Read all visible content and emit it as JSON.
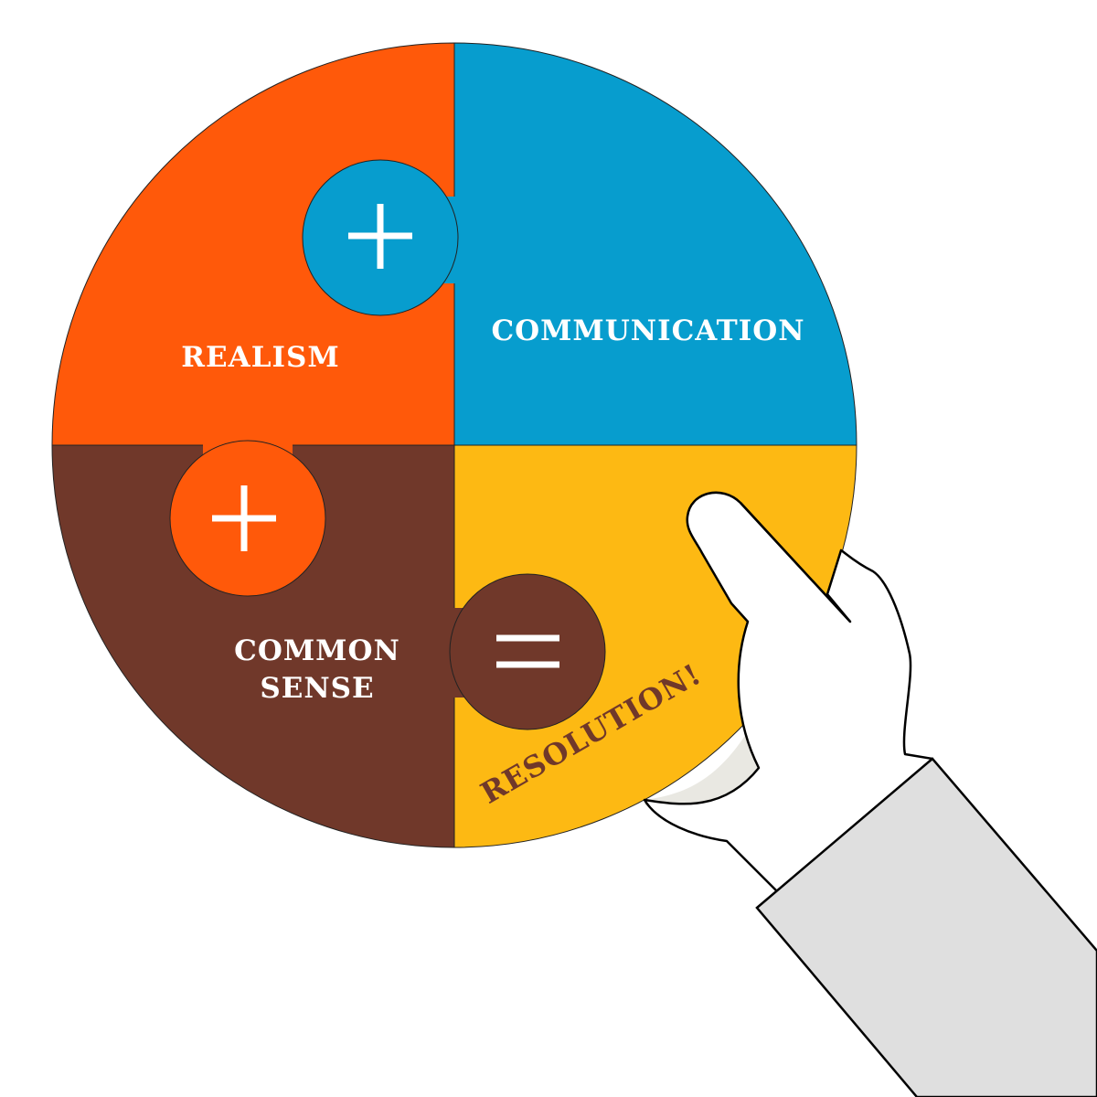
{
  "labels": {
    "realism": "REALISM",
    "communication": "COMMUNICATION",
    "common_sense_line1": "COMMON",
    "common_sense_line2": "SENSE",
    "resolution": "RESOLUTION!"
  },
  "symbols": {
    "plus_top": "+",
    "plus_left": "+",
    "equals": "="
  },
  "colors": {
    "orange": "#FF590A",
    "blue": "#079DCE",
    "yellow": "#FDB913",
    "brown": "#70382A",
    "sleeve": "#DFDFDF",
    "cuff": "#E9E8E2"
  }
}
